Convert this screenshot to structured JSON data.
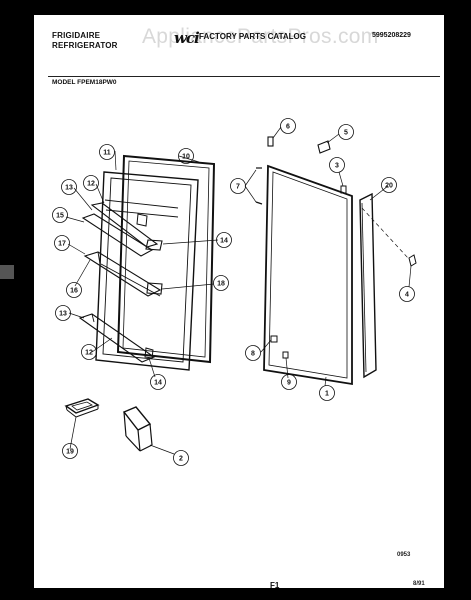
{
  "watermark": "AppliancePartsPros.com",
  "header": {
    "brand_line1": "FRIGIDAIRE",
    "brand_line2": "REFRIGERATOR",
    "logo": "wci",
    "catalog_title": "FACTORY PARTS CATALOG",
    "catalog_number": "5995208229",
    "model": "MODEL FPEM18PW0"
  },
  "footer": {
    "drawing_code": "0953",
    "figure": "F1",
    "date": "8/91"
  },
  "callouts": [
    "1",
    "2",
    "3",
    "4",
    "5",
    "6",
    "7",
    "8",
    "9",
    "10",
    "11",
    "12",
    "12",
    "13",
    "13",
    "14",
    "14",
    "15",
    "16",
    "17",
    "18",
    "19",
    "20"
  ]
}
